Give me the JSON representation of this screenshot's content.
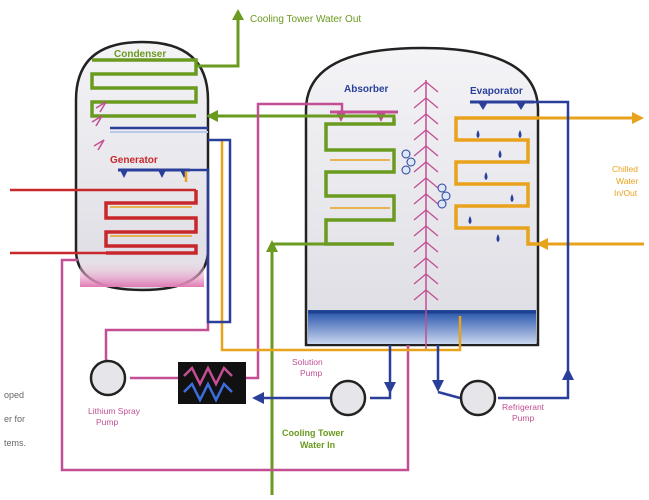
{
  "labels": {
    "cooling_tower_out": "Cooling Tower Water Out",
    "condenser": "Condenser",
    "generator": "Generator",
    "absorber": "Absorber",
    "evaporator": "Evaporator",
    "chilled_line1": "Chilled",
    "chilled_line2": "Water",
    "chilled_line3": "In/Out",
    "solution_pump_line1": "Solution",
    "solution_pump_line2": "Pump",
    "lithium_pump_line1": "Lithium Spray",
    "lithium_pump_line2": "Pump",
    "refrigerant_pump_line1": "Refrigerant",
    "refrigerant_pump_line2": "Pump",
    "cooling_in_line1": "Cooling Tower",
    "cooling_in_line2": "Water In",
    "side_text_1": "oped",
    "side_text_2": "er for",
    "side_text_3": "tems."
  },
  "colors": {
    "cooling_water": "#6a9a1f",
    "chilled_water": "#e8a21c",
    "steam_heat": "#c8282b",
    "lithium_solution": "#c24f93",
    "refrigerant": "#2a3f9a",
    "heat_exchanger": "#111111",
    "water_pool": "#2f5fb0"
  }
}
